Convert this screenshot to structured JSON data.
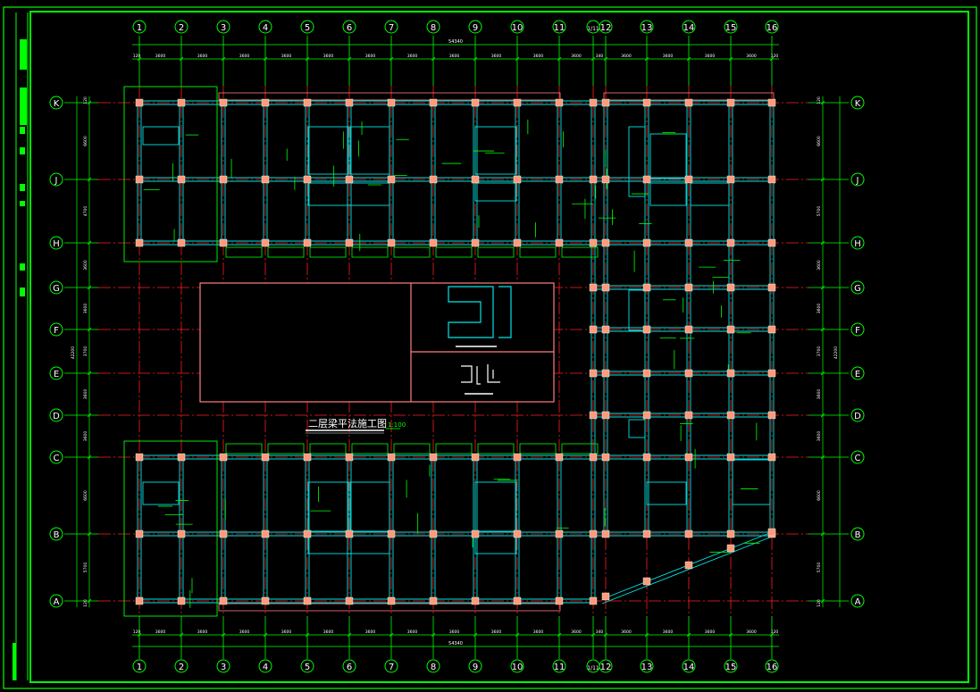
{
  "title_block": {
    "drawing_title": "二层梁平法施工图",
    "scale_label": "1:100"
  },
  "axes": {
    "top_labels": [
      "1",
      "2",
      "3",
      "4",
      "5",
      "6",
      "7",
      "8",
      "9",
      "10",
      "11",
      "1/11",
      "12",
      "13",
      "14",
      "15",
      "16"
    ],
    "row_labels": [
      "K",
      "J",
      "H",
      "G",
      "F",
      "E",
      "D",
      "C",
      "B",
      "A"
    ]
  },
  "dimensions": {
    "top_total": "54340",
    "top_spacings": [
      "120",
      "3600",
      "3600",
      "3600",
      "3600",
      "3600",
      "3600",
      "3600",
      "3600",
      "3600",
      "3600",
      "3600",
      "340",
      "3600",
      "3600",
      "3600",
      "3600",
      "120"
    ],
    "bottom_total": "54340",
    "bottom_spacings": [
      "120",
      "3600",
      "3600",
      "3600",
      "3600",
      "3600",
      "3600",
      "3600",
      "3600",
      "3600",
      "3600",
      "3600",
      "340",
      "3600",
      "3600",
      "3600",
      "3600",
      "120"
    ],
    "left_total": "42200",
    "left_spacings": [
      "120",
      "6600",
      "4700",
      "3600",
      "3600",
      "3700",
      "3600",
      "3600",
      "6600",
      "5700",
      "120"
    ],
    "right_total": "42200",
    "right_spacings": [
      "120",
      "6600",
      "5700",
      "3600",
      "3600",
      "3700",
      "3600",
      "3600",
      "6600",
      "5700",
      "120"
    ]
  },
  "colors": {
    "axis": "#ff2020",
    "grid_label": "#00ff00",
    "beam": "#00e5e5",
    "column": "#ff9a7a",
    "frame": "#00ff00",
    "outline": "#ff8080",
    "dimension": "#00ff00"
  }
}
